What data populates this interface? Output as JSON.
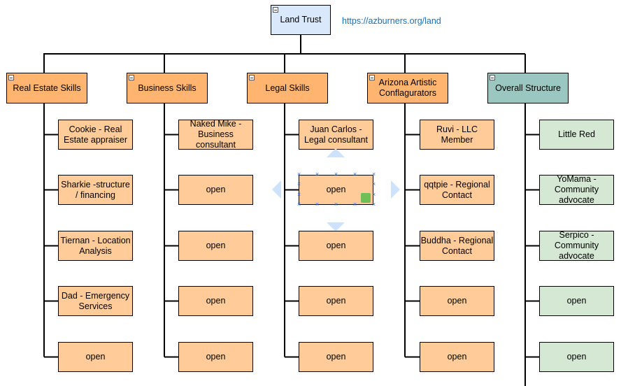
{
  "root": {
    "label": "Land Trust",
    "url": "https://azburners.org/land"
  },
  "columns": [
    {
      "label": "Real Estate Skills",
      "style": "orange",
      "children": [
        "Cookie - Real Estate appraiser",
        "Sharkie -structure / financing",
        "Tiernan - Location Analysis",
        "Dad - Emergency Services",
        "open"
      ]
    },
    {
      "label": "Business Skills",
      "style": "orange",
      "children": [
        "Naked Mike - Business consultant",
        "open",
        "open",
        "open",
        "open"
      ]
    },
    {
      "label": "Legal Skills",
      "style": "orange",
      "children": [
        "Juan Carlos - Legal consultant",
        "open",
        "open",
        "open",
        "open"
      ]
    },
    {
      "label": "Arizona Artistic Conflagurators",
      "style": "orange",
      "children": [
        "Ruvi - LLC Member",
        "qqtpie - Regional Contact",
        "Buddha - Regional Contact",
        "open",
        "open"
      ]
    },
    {
      "label": "Overall Structure",
      "style": "green",
      "children": [
        "Little Red",
        "YoMama - Community advocate",
        "Serpico - Community advocate",
        "open",
        "open"
      ]
    }
  ],
  "colors": {
    "root_fill": "#dae8fc",
    "head_orange": "#ffb570",
    "child_orange": "#ffcc99",
    "head_green": "#9ac7bf",
    "child_green": "#d5e8d4",
    "selection": "#2a6fd8"
  },
  "selection": {
    "column": 2,
    "child": 1
  }
}
